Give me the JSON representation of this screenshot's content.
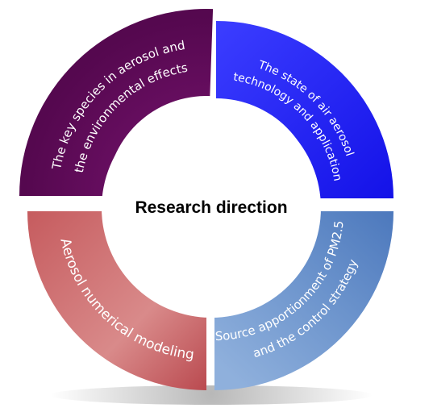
{
  "center": {
    "title": "Research direction"
  },
  "segments": [
    {
      "id": "key-species",
      "lines": [
        "The key species in aerosol and",
        "the environmental effects"
      ],
      "color": "#5e0a58",
      "color_light": "#7a1873"
    },
    {
      "id": "air-aerosol-technology",
      "lines": [
        "The state of air aerosol",
        "technology and application"
      ],
      "color": "#1d1ff2",
      "color_light": "#3a3cff"
    },
    {
      "id": "source-apportionment",
      "lines": [
        "Source apportionment of PM2.5",
        "and the control strategy"
      ],
      "color": "#5a85c4",
      "color_light": "#94b3dd"
    },
    {
      "id": "numerical-modeling",
      "lines": [
        "Aerosol numerical modeling"
      ],
      "color": "#b8464c",
      "color_light": "#d98c8c"
    }
  ]
}
